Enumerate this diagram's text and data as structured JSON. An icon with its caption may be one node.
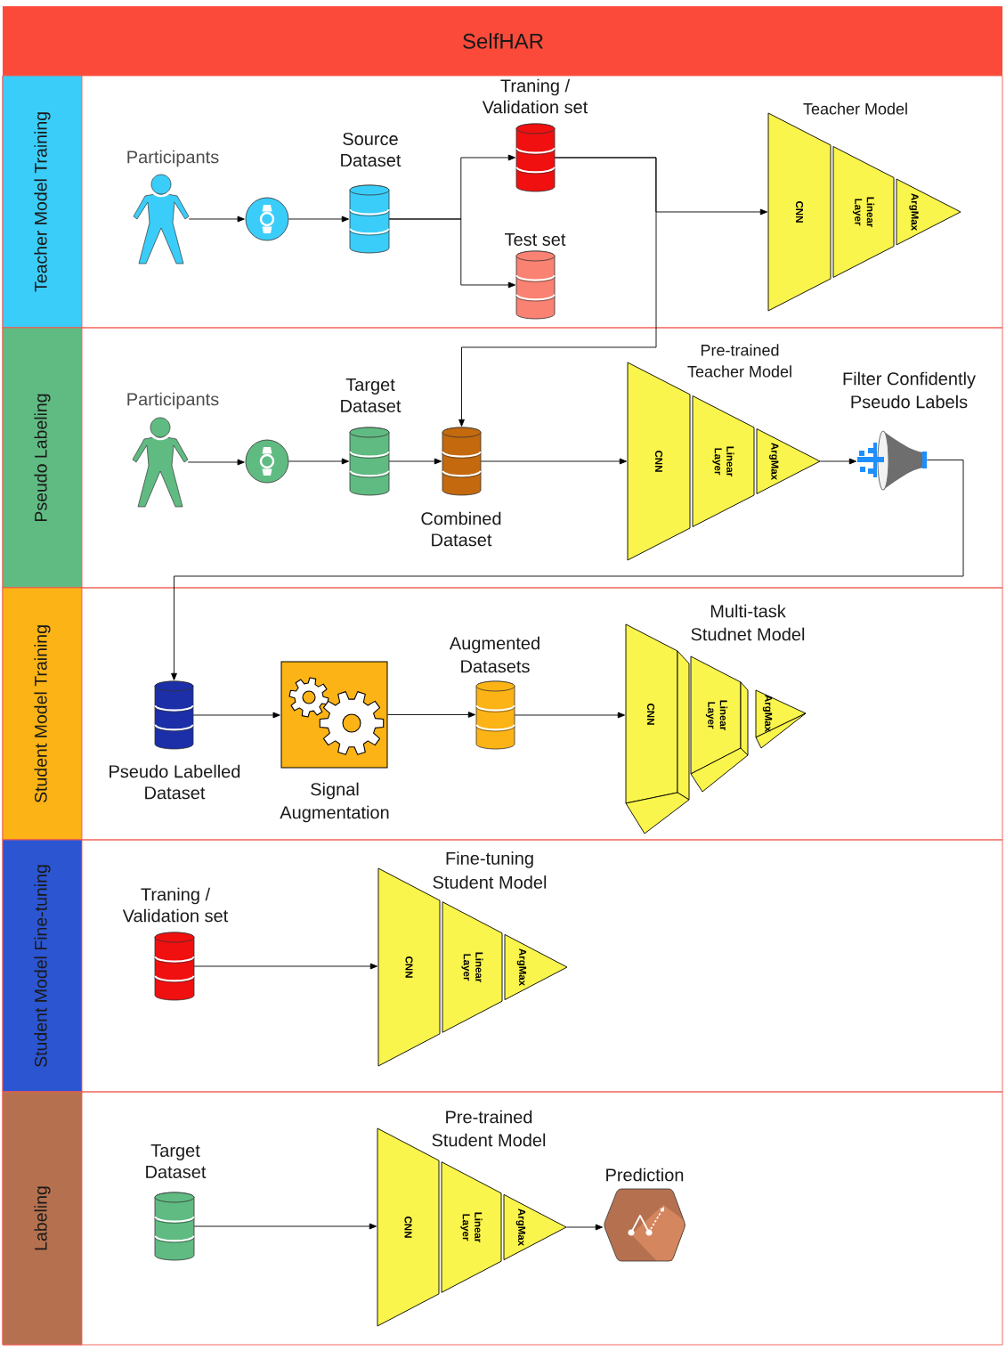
{
  "diagram": {
    "title": "SelfHAR",
    "nodes": [
      {
        "text": [
          "Teacher Model Training"
        ]
      },
      {
        "text": [
          "Participants"
        ],
        "in": 0
      },
      {
        "text": [],
        "shape": "circle",
        "in": 0
      },
      {
        "text": [
          "Source Dataset"
        ],
        "in": 0
      },
      {
        "text": [
          "Traning / Validation set"
        ],
        "in": 0
      },
      {
        "text": [
          "Test set"
        ],
        "in": 0
      },
      {
        "text": [
          "Teacher Model",
          "CNN",
          "Linear Layer",
          "ArgMax"
        ],
        "in": 0
      },
      {
        "text": [
          "Pseudo Labeling"
        ]
      },
      {
        "text": [
          "Participants"
        ],
        "in": 7
      },
      {
        "text": [],
        "shape": "circle",
        "in": 7
      },
      {
        "text": [
          "Target Dataset"
        ],
        "in": 7
      },
      {
        "text": [
          "Combined Dataset"
        ],
        "in": 7
      },
      {
        "text": [
          "Pre-trained Teacher Model",
          "CNN",
          "Linear Layer",
          "ArgMax"
        ],
        "in": 7
      },
      {
        "text": [
          "Filter Confidently Pseudo Labels"
        ],
        "in": 7
      },
      {
        "text": [
          "Student Model Training"
        ]
      },
      {
        "text": [
          "Pseudo Labelled Dataset"
        ],
        "in": 14
      },
      {
        "text": [
          "Signal Augmentation"
        ],
        "in": 14
      },
      {
        "text": [
          "Augmented Datasets"
        ],
        "in": 14
      },
      {
        "text": [
          "Multi-task Studnet Model",
          "CNN",
          "Linear Layer",
          "ArgMax"
        ],
        "in": 14
      },
      {
        "text": [
          "Student Model Fine-tuning"
        ]
      },
      {
        "text": [
          "Traning / Validation set"
        ],
        "in": 19
      },
      {
        "text": [
          "Fine-tuning Student Model",
          "CNN",
          "Linear Layer",
          "ArgMax"
        ],
        "in": 19
      },
      {
        "text": [
          "Labeling"
        ]
      },
      {
        "text": [
          "Target Dataset"
        ],
        "in": 22
      },
      {
        "text": [
          "Pre-trained Student Model",
          "CNN",
          "Linear Layer",
          "ArgMax"
        ],
        "in": 22
      },
      {
        "text": [
          "Prediction"
        ],
        "in": 22
      }
    ],
    "edges": [
      {
        "from": 1,
        "to": 2,
        "arrow": "to"
      },
      {
        "from": 2,
        "to": 3,
        "arrow": "to"
      },
      {
        "from": 3,
        "to": 4,
        "arrow": "to"
      },
      {
        "from": 3,
        "to": 5,
        "arrow": "to"
      },
      {
        "from": 4,
        "to": 6,
        "arrow": "to"
      },
      {
        "from": 4,
        "to": 11,
        "arrow": "to"
      },
      {
        "from": 8,
        "to": 9,
        "arrow": "to"
      },
      {
        "from": 9,
        "to": 10,
        "arrow": "to"
      },
      {
        "from": 10,
        "to": 11,
        "arrow": "to"
      },
      {
        "from": 11,
        "to": 12,
        "arrow": "to"
      },
      {
        "from": 12,
        "to": 13,
        "arrow": "to"
      },
      {
        "from": 13,
        "to": 15,
        "arrow": "to"
      },
      {
        "from": 15,
        "to": 16,
        "arrow": "to"
      },
      {
        "from": 16,
        "to": 17,
        "arrow": "to"
      },
      {
        "from": 17,
        "to": 18,
        "arrow": "to"
      },
      {
        "from": 20,
        "to": 21,
        "arrow": "to"
      },
      {
        "from": 23,
        "to": 24,
        "arrow": "to"
      },
      {
        "from": 24,
        "to": 25,
        "arrow": "to"
      }
    ]
  }
}
